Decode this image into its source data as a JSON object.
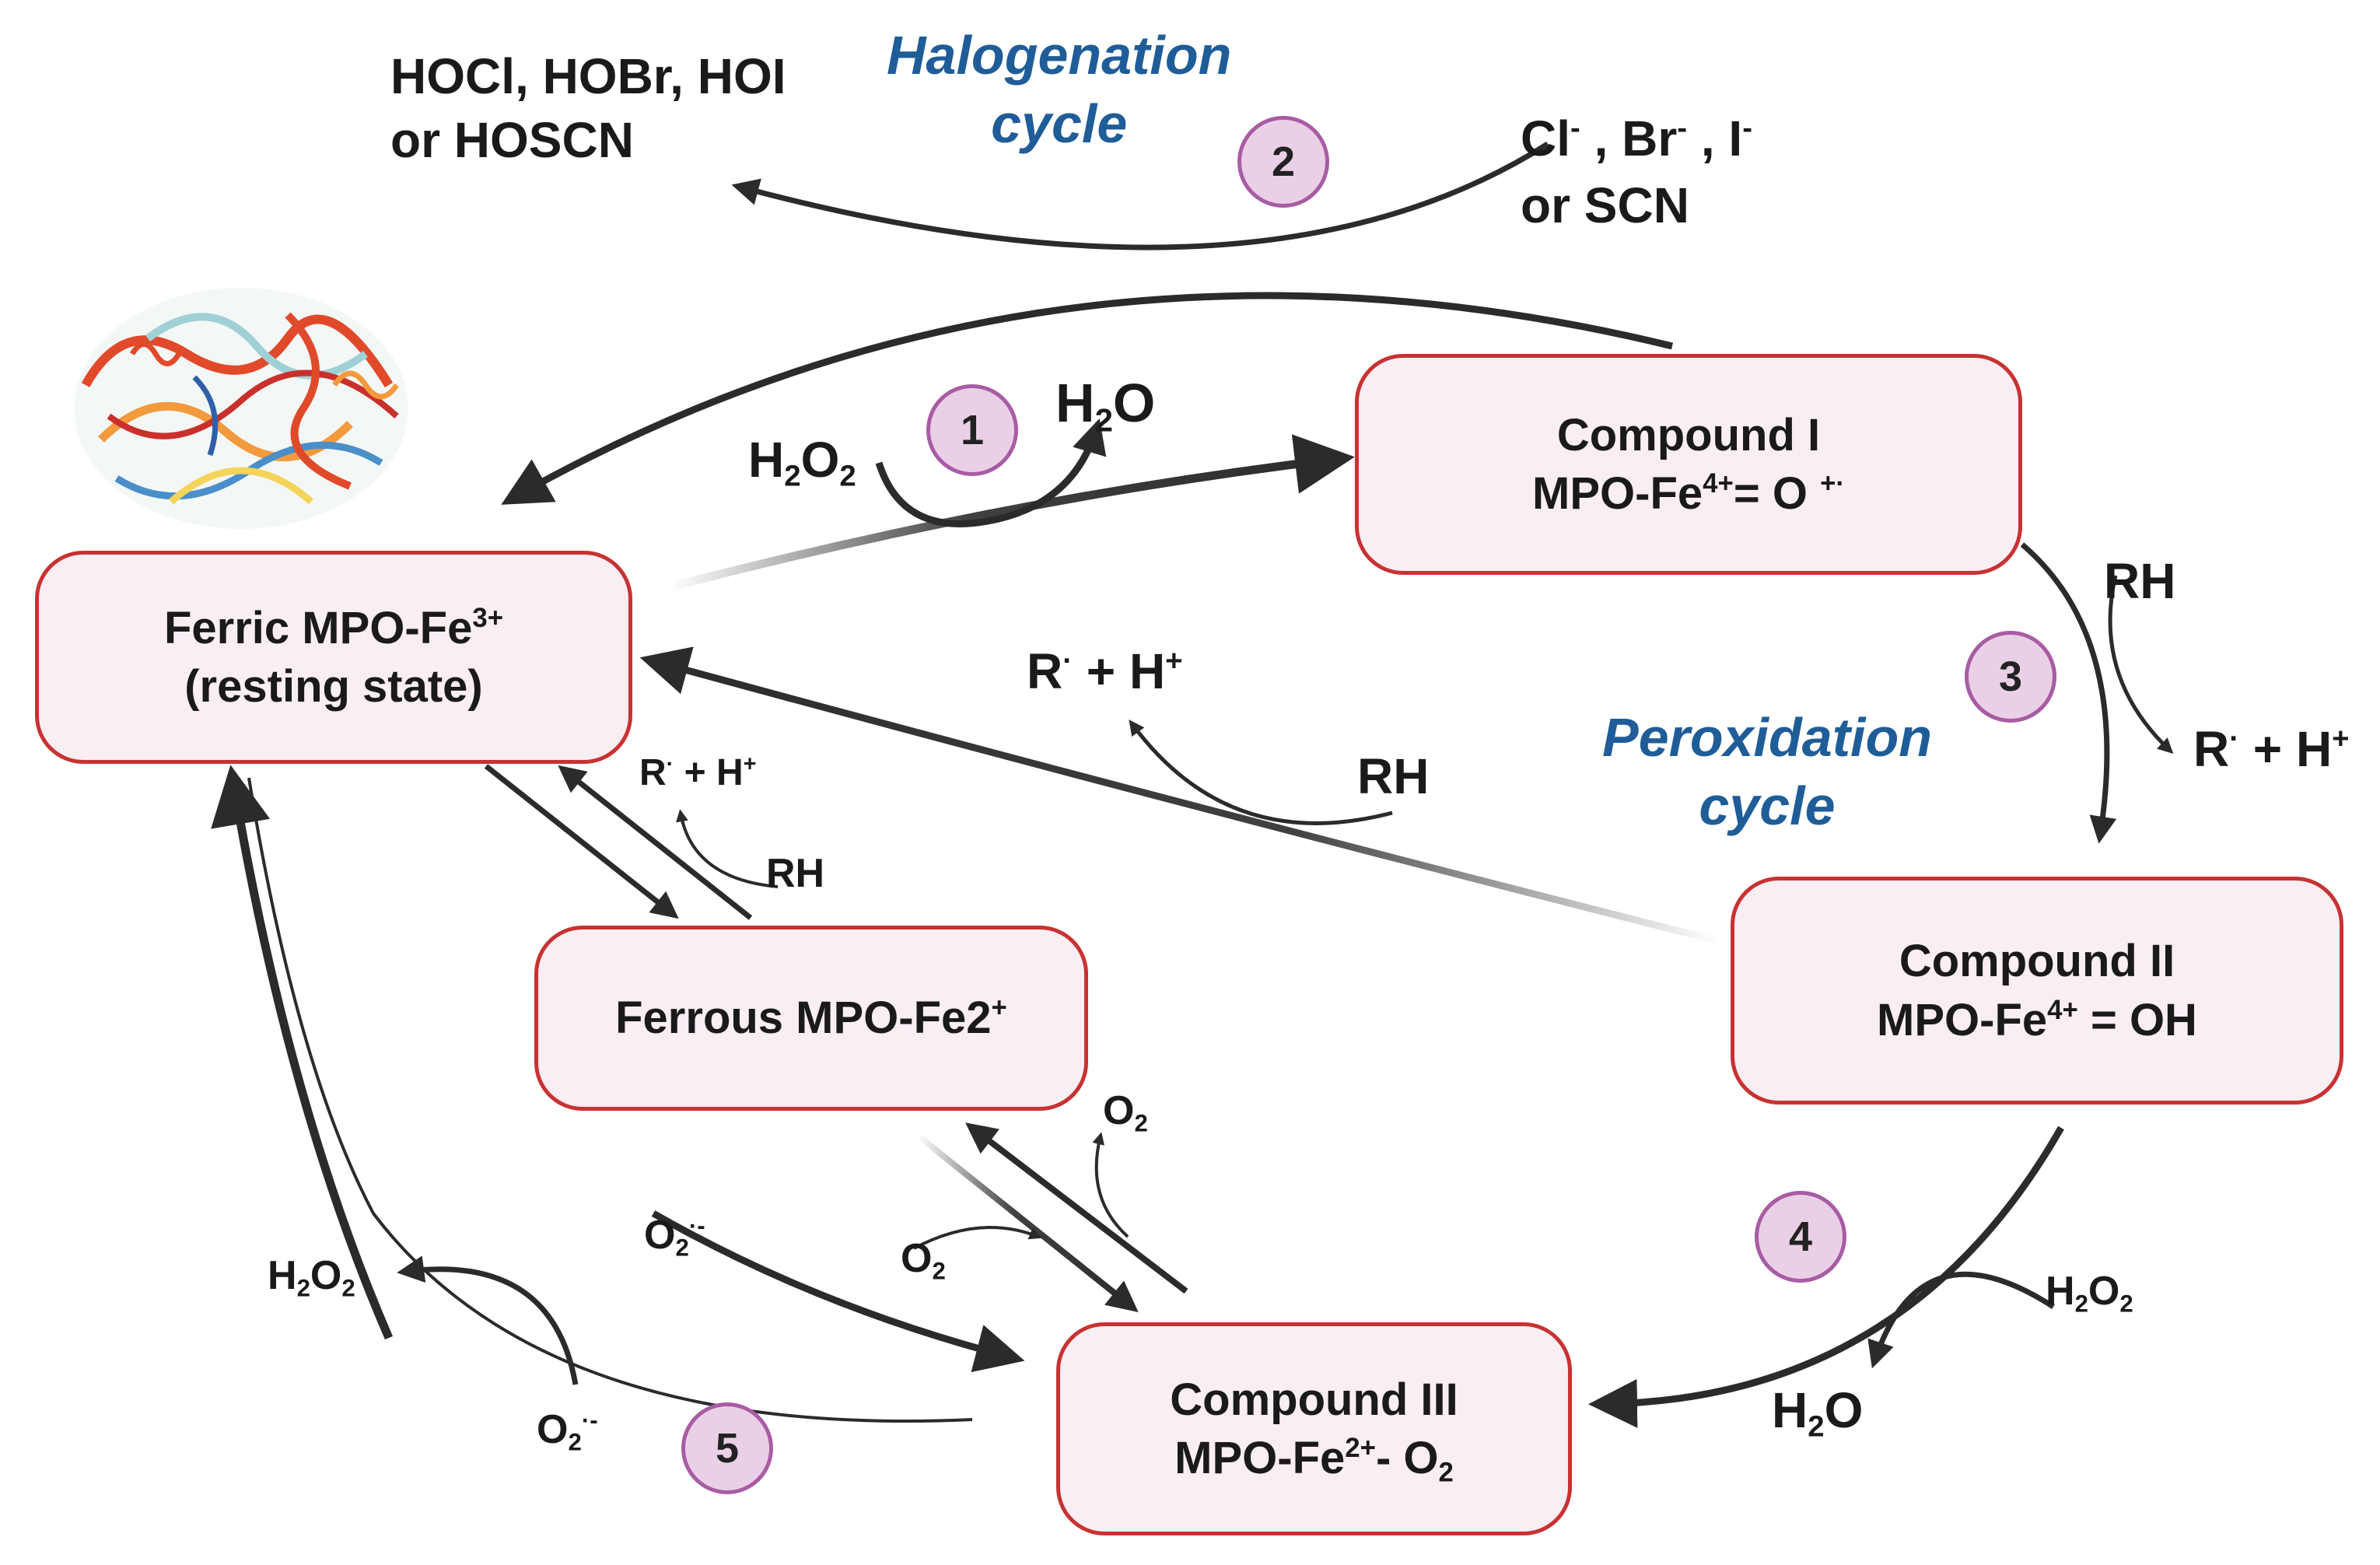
{
  "nodes": {
    "ferric": {
      "line1": "Ferric MPO-Fe",
      "line1_sup": "3+",
      "line2": "(resting state)"
    },
    "compound1": {
      "line1": "Compound I",
      "line2_a": "MPO-Fe",
      "line2_sup": "4+",
      "line2_b": "= O",
      "line2_sup2": "+·"
    },
    "compound2": {
      "line1": "Compound II",
      "line2_a": "MPO-Fe",
      "line2_sup": "4+",
      "line2_b": " = OH"
    },
    "compound3": {
      "line1": "Compound III",
      "line2_a": "MPO-Fe",
      "line2_sup": "2+",
      "line2_b": "- O",
      "line2_sub": "2"
    },
    "ferrous": {
      "text": "Ferrous MPO-Fe2",
      "sup": "+"
    }
  },
  "cycles": {
    "halogenation": {
      "line1": "Halogenation",
      "line2": "cycle"
    },
    "peroxidation": {
      "line1": "Peroxidation",
      "line2": "cycle"
    }
  },
  "badges": [
    "1",
    "2",
    "3",
    "4",
    "5"
  ],
  "species": {
    "hypohalous_line1": "HOCl, HOBr, HOI",
    "hypohalous_line2": "or HOSCN",
    "halides": {
      "cl": "Cl",
      "br": "Br",
      "i": "I",
      "minus": "-",
      "sep": " , ",
      "line2": "or SCN"
    },
    "h": "H",
    "o": "O",
    "two": "2",
    "rh": "RH",
    "r": "R",
    "dot": "·",
    "plus_h": " + H",
    "plus": "+",
    "superoxide_sup": "·-"
  },
  "colors": {
    "node_fill": "#f8eef4",
    "node_border": "#c83232",
    "badge_fill": "#ead0e6",
    "badge_border": "#a85ca4",
    "cycle_text": "#1f5d99",
    "arrow": "#2b2b2b"
  },
  "protein_image": "myeloperoxidase-ribbon-structure"
}
